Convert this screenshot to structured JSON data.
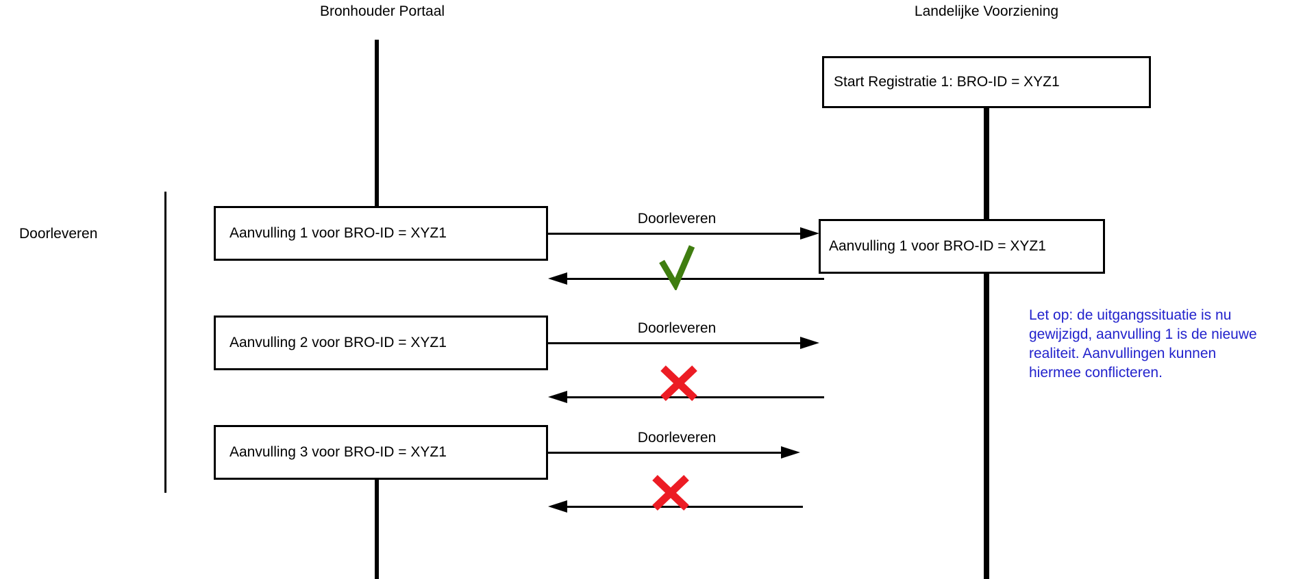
{
  "diagram": {
    "left_actor": "Bronhouder Portaal",
    "right_actor": "Landelijke Voorziening",
    "side_label": "Doorleveren",
    "start_box": "Start Registratie 1: BRO-ID = XYZ1",
    "lv_box": "Aanvulling 1 voor BRO-ID = XYZ1",
    "rows": [
      {
        "box": "Aanvulling 1 voor BRO-ID = XYZ1",
        "arrow_label": "Doorleveren",
        "result": "success"
      },
      {
        "box": "Aanvulling 2 voor BRO-ID = XYZ1",
        "arrow_label": "Doorleveren",
        "result": "rejected"
      },
      {
        "box": "Aanvulling 3 voor BRO-ID = XYZ1",
        "arrow_label": "Doorleveren",
        "result": "rejected"
      }
    ],
    "note_lines": [
      "Let op: de uitgangssituatie is nu",
      "gewijzigd, aanvulling 1 is de nieuwe",
      "realiteit. Aanvullingen kunnen",
      "hiermee conflicteren."
    ],
    "colors": {
      "success": "#3f7d10",
      "rejected": "#ec1c24",
      "note": "#2222cc",
      "line": "#000000"
    }
  }
}
